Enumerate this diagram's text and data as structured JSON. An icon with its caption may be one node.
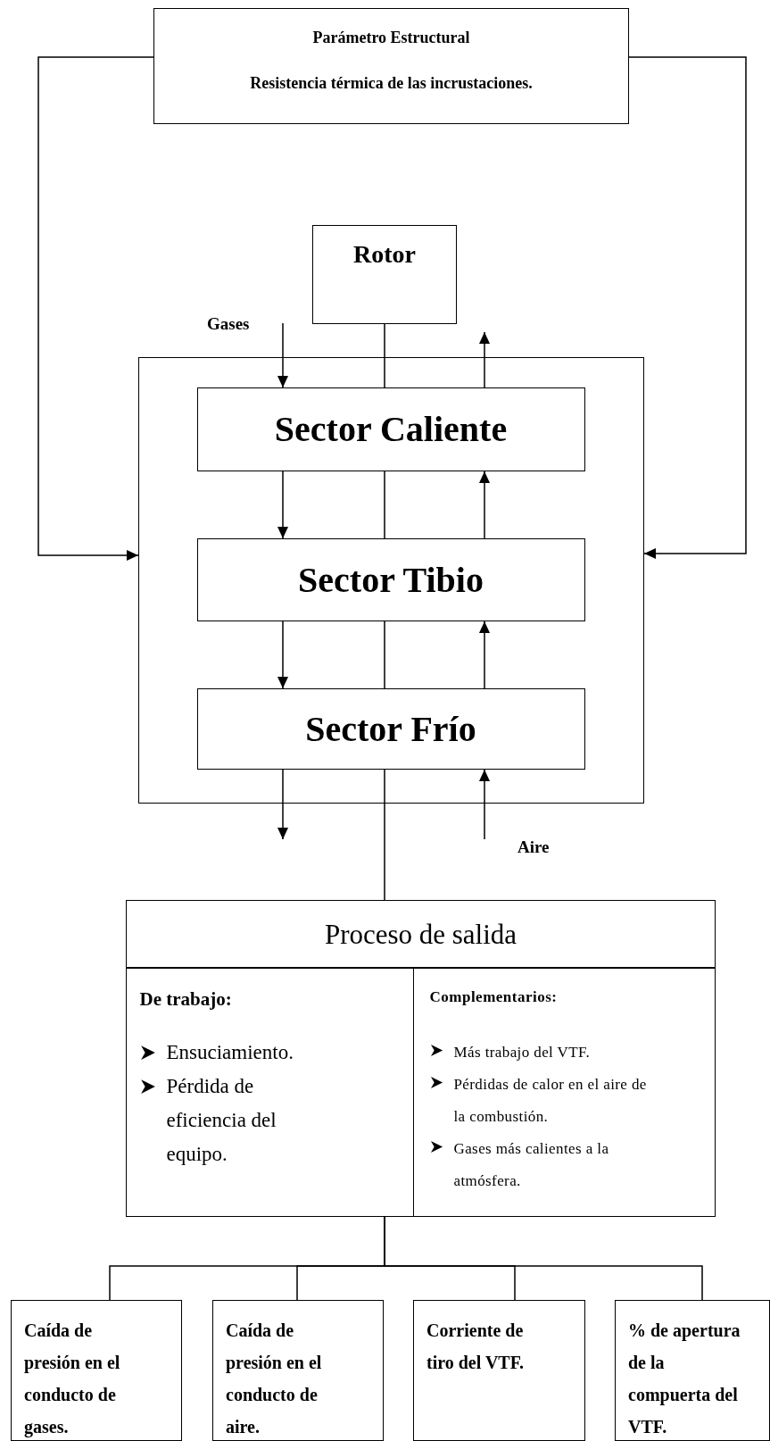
{
  "diagram": {
    "nodes": [
      {
        "text": [
          "Parámetro Estructural",
          "Resistencia térmica de las incrustaciones."
        ]
      },
      {
        "text": [
          "Rotor"
        ]
      },
      {
        "text": [
          "Gases"
        ]
      },
      {
        "text": [],
        "shape": "box"
      },
      {
        "text": [
          "Sector Caliente"
        ],
        "in": 3
      },
      {
        "text": [
          "Sector Tibio"
        ],
        "in": 3
      },
      {
        "text": [
          "Sector Frío"
        ],
        "in": 3
      },
      {
        "text": [
          "Aire"
        ]
      },
      {
        "text": [
          "Proceso de salida"
        ]
      },
      {
        "text": [
          "De trabajo:",
          "Ensuciamiento.",
          "Pérdida de eficiencia del equipo."
        ],
        "in": 8
      },
      {
        "text": [
          "Complementarios:",
          "Más trabajo del VTF.",
          "Pérdidas de calor en el aire de la combustión.",
          "Gases más calientes a la atmósfera."
        ],
        "in": 8
      },
      {
        "text": [
          "Caída de presión en el conducto de gases."
        ]
      },
      {
        "text": [
          "Caída de presión en el conducto de aire."
        ]
      },
      {
        "text": [
          "Corriente de tiro del VTF."
        ]
      },
      {
        "text": [
          "% de apertura de la compuerta del VTF."
        ]
      }
    ],
    "edges": [
      {
        "from": 0,
        "to": 3,
        "arrow": "to"
      },
      {
        "from": 0,
        "to": 3,
        "arrow": "to"
      },
      {
        "from": 2,
        "to": 4,
        "arrow": "to"
      },
      {
        "from": 4,
        "to": 5,
        "arrow": "to"
      },
      {
        "from": 5,
        "to": 6,
        "arrow": "to"
      },
      {
        "from": 6,
        "to": null,
        "arrow": "to"
      },
      {
        "from": 7,
        "to": 6,
        "arrow": "to"
      },
      {
        "from": 6,
        "to": 5,
        "arrow": "to"
      },
      {
        "from": 5,
        "to": 4,
        "arrow": "to"
      },
      {
        "from": 4,
        "to": null,
        "arrow": "to"
      },
      {
        "from": 1,
        "to": 4,
        "arrow": "none"
      },
      {
        "from": 4,
        "to": 5,
        "arrow": "none"
      },
      {
        "from": 5,
        "to": 6,
        "arrow": "none"
      },
      {
        "from": 6,
        "to": 8,
        "arrow": "none"
      },
      {
        "from": 8,
        "to": 11,
        "arrow": "none"
      },
      {
        "from": 8,
        "to": 12,
        "arrow": "none"
      },
      {
        "from": 8,
        "to": 13,
        "arrow": "none"
      },
      {
        "from": 8,
        "to": 14,
        "arrow": "none"
      }
    ]
  }
}
